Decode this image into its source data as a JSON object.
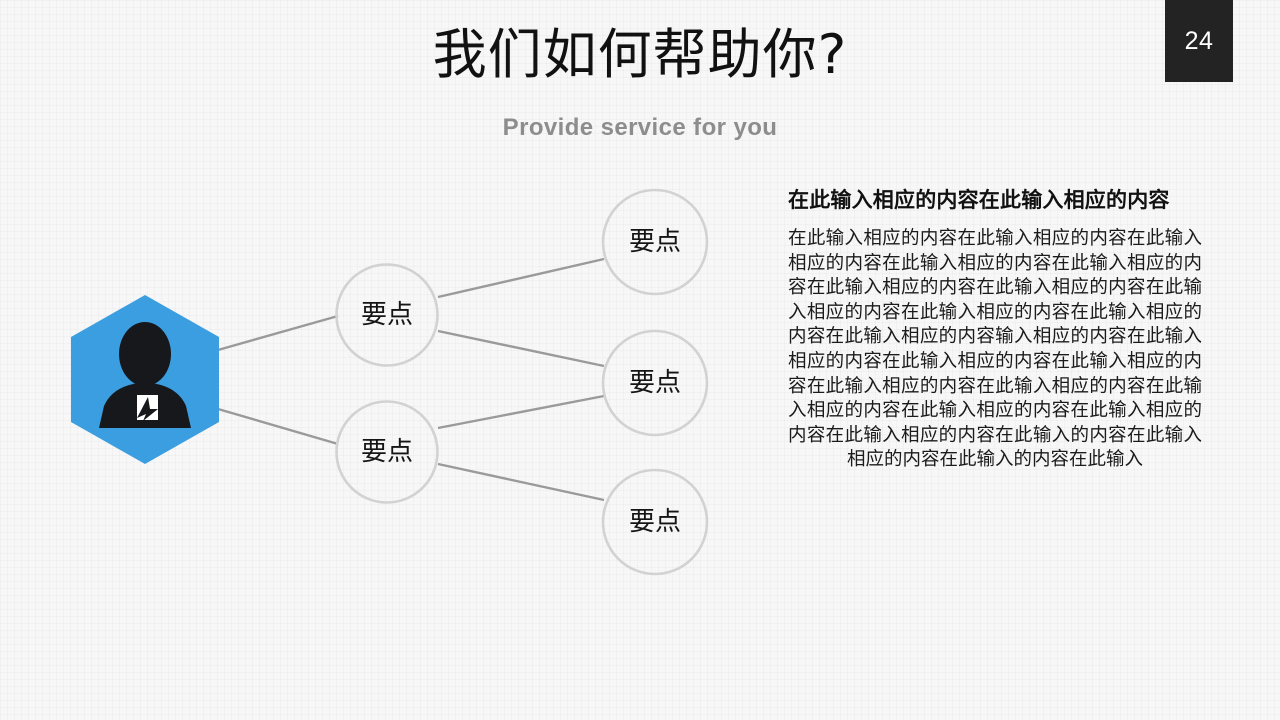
{
  "slide": {
    "page_number": "24",
    "title": "我们如何帮助你?",
    "subtitle": "Provide service for you",
    "accent_color": "#3a9ee0",
    "badge_color": "#232323",
    "line_color": "#9a9a9a",
    "circle_border_color": "#d2d2d2",
    "background_color": "#f7f7f7"
  },
  "diagram": {
    "center_icon_name": "person-hexagon-icon",
    "nodes": [
      {
        "id": "mid-top",
        "label": "要点"
      },
      {
        "id": "mid-bottom",
        "label": "要点"
      },
      {
        "id": "leaf-top",
        "label": "要点"
      },
      {
        "id": "leaf-middle",
        "label": "要点"
      },
      {
        "id": "leaf-bottom",
        "label": "要点"
      }
    ]
  },
  "content": {
    "heading": "在此输入相应的内容在此输入相应的内容",
    "body": "在此输入相应的内容在此输入相应的内容在此输入相应的内容在此输入相应的内容在此输入相应的内容在此输入相应的内容在此输入相应的内容在此输入相应的内容在此输入相应的内容在此输入相应的内容在此输入相应的内容输入相应的内容在此输入相应的内容在此输入相应的内容在此输入相应的内容在此输入相应的内容在此输入相应的内容在此输入相应的内容在此输入相应的内容在此输入相应的内容在此输入相应的内容在此输入的内容在此输入相应的内容在此输入的内容在此输入"
  }
}
